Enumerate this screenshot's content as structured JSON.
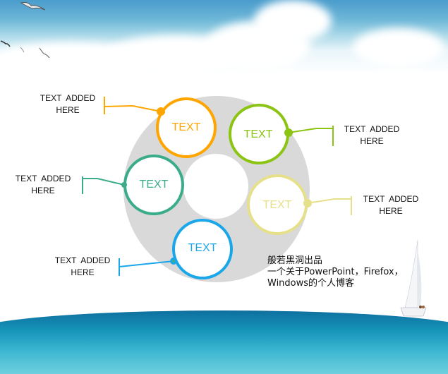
{
  "slide": {
    "background": {
      "sky_color": "#5aaad2",
      "sea_color": "#1592b8",
      "decorations": [
        "seagull-icon",
        "cloud",
        "sailboat-icon",
        "ocean"
      ]
    },
    "ring": {
      "color": "#d9d9d9"
    },
    "nodes": [
      {
        "id": "orange",
        "label": "TEXT",
        "color": "#ffa500",
        "callout": "TEXT  ADDED\nHERE",
        "callout_line1": "TEXT  ADDED",
        "callout_line2": "HERE"
      },
      {
        "id": "green",
        "label": "TEXT",
        "color": "#8cc414",
        "callout_line1": "TEXT  ADDED",
        "callout_line2": "HERE"
      },
      {
        "id": "teal",
        "label": "TEXT",
        "color": "#3aac8a",
        "callout_line1": "TEXT  ADDED",
        "callout_line2": "HERE"
      },
      {
        "id": "yellow",
        "label": "TEXT",
        "color": "#e6e08a",
        "callout_line1": "TEXT  ADDED",
        "callout_line2": "HERE"
      },
      {
        "id": "blue",
        "label": "TEXT",
        "color": "#1aa7ea",
        "callout_line1": "TEXT  ADDED",
        "callout_line2": "HERE"
      }
    ],
    "footer": {
      "line1": "般若黑洞出品",
      "line2": "一个关于PowerPoint，Firefox，",
      "line3": "Windows的个人博客"
    }
  }
}
